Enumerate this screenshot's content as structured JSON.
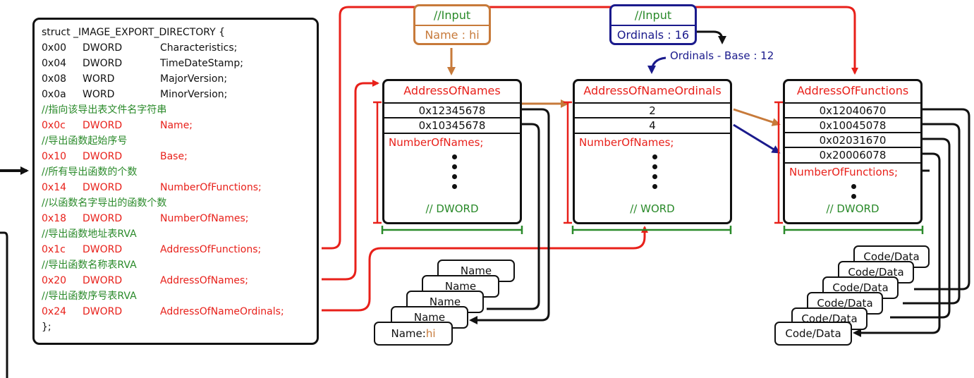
{
  "struct": {
    "lines": [
      {
        "text": "struct _IMAGE_EXPORT_DIRECTORY {",
        "color": "black"
      },
      {
        "offset": "0x00",
        "type": "DWORD",
        "field": "Characteristics;",
        "color": "black"
      },
      {
        "offset": "0x04",
        "type": "DWORD",
        "field": "TimeDateStamp;",
        "color": "black"
      },
      {
        "offset": "0x08",
        "type": "WORD",
        "field": "MajorVersion;",
        "color": "black"
      },
      {
        "offset": "0x0a",
        "type": "WORD",
        "field": "MinorVersion;",
        "color": "black"
      },
      {
        "text": "//指向该导出表文件名字符串",
        "color": "green"
      },
      {
        "offset": "0x0c",
        "type": "DWORD",
        "field": "Name;",
        "color": "red"
      },
      {
        "text": "//导出函数起始序号",
        "color": "green"
      },
      {
        "offset": "0x10",
        "type": "DWORD",
        "field": "Base;",
        "color": "red"
      },
      {
        "text": "//所有导出函数的个数",
        "color": "green"
      },
      {
        "offset": "0x14",
        "type": "DWORD",
        "field": "NumberOfFunctions;",
        "color": "red"
      },
      {
        "text": "//以函数名字导出的函数个数",
        "color": "green"
      },
      {
        "offset": "0x18",
        "type": "DWORD",
        "field": "NumberOfNames;",
        "color": "red"
      },
      {
        "text": "//导出函数地址表RVA",
        "color": "green"
      },
      {
        "offset": "0x1c",
        "type": "DWORD",
        "field": "AddressOfFunctions;",
        "color": "red"
      },
      {
        "text": "//导出函数名称表RVA",
        "color": "green"
      },
      {
        "offset": "0x20",
        "type": "DWORD",
        "field": "AddressOfNames;",
        "color": "red"
      },
      {
        "text": "//导出函数序号表RVA",
        "color": "green"
      },
      {
        "offset": "0x24",
        "type": "DWORD",
        "field": "AddressOfNameOrdinals;",
        "color": "red"
      },
      {
        "text": "};",
        "color": "black"
      }
    ]
  },
  "inputs": {
    "name_input": {
      "header": "//Input",
      "value": "Name : hi"
    },
    "ordinal_input": {
      "header": "//Input",
      "value": "Ordinals : 16"
    },
    "ordinal_calc": "Ordinals  - Base : 12"
  },
  "tables": {
    "names": {
      "title": "AddressOfNames",
      "rows": [
        "0x12345678",
        "0x10345678"
      ],
      "count": "NumberOfNames;",
      "type": "// DWORD"
    },
    "ordinals": {
      "title": "AddressOfNameOrdinals",
      "rows": [
        "2",
        "4"
      ],
      "count": "NumberOfNames;",
      "type": "// WORD"
    },
    "functions": {
      "title": "AddressOfFunctions",
      "rows": [
        "0x12040670",
        "0x10045078",
        "0x02031670",
        "0x20006078"
      ],
      "count": "NumberOfFunctions;",
      "type": "// DWORD"
    }
  },
  "name_cards": {
    "label": "Name",
    "front_label": "Name:",
    "front_value": "hi"
  },
  "code_cards": {
    "label": "Code/Data"
  },
  "colors": {
    "red": "#e8201a",
    "green": "#2a8a2a",
    "orange": "#c77a3a",
    "navy": "#1a1a8c",
    "black": "#111111"
  }
}
